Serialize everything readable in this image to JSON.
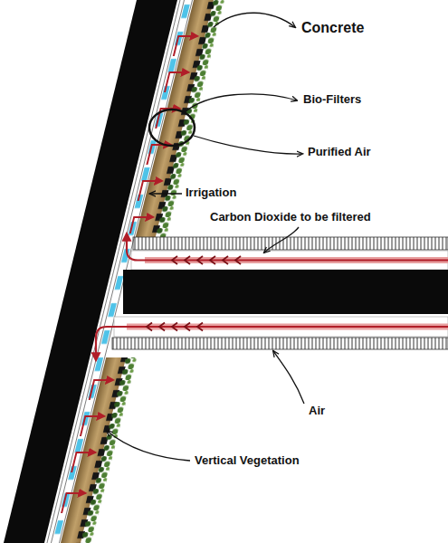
{
  "diagram": {
    "labels": [
      "Concrete",
      "Bio-Filters",
      "Purified Air",
      "Irrigation",
      "Carbon Dioxide to be filtered",
      "Air",
      "Vertical Vegetation"
    ]
  }
}
